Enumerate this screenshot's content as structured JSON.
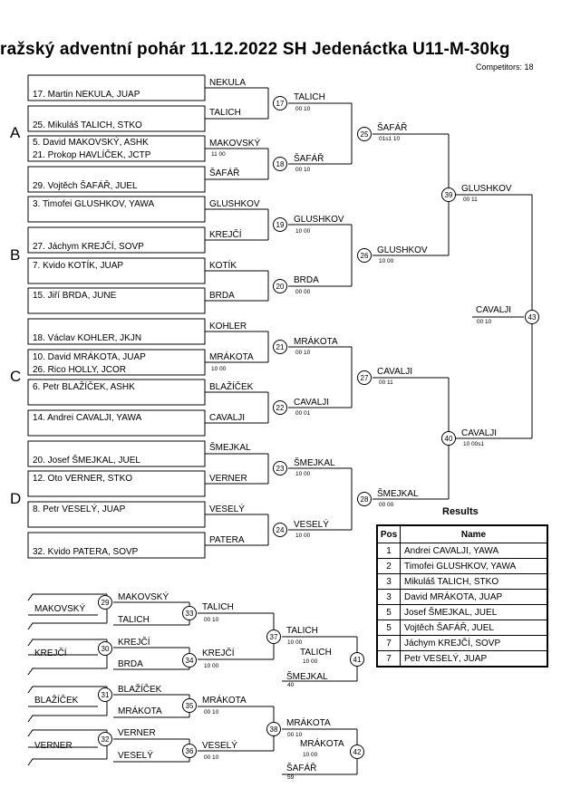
{
  "title": "ražský adventní pohár  11.12.2022  SH Jedenáctka   U11-M-30kg",
  "competitors": "Competitors: 18",
  "pools": [
    "A",
    "B",
    "C",
    "D"
  ],
  "entrants": [
    "17. Martin NEKULA, JUAP",
    "25. Mikuláš TALICH, STKO",
    "5. David MAKOVSKÝ, ASHK",
    "21. Prokop HAVLÍČEK, JCTP",
    "29. Vojtěch ŠAFÁŘ, JUEL",
    "3. Timofei GLUSHKOV, YAWA",
    "27. Jáchym KREJČÍ, SOVP",
    "7. Kvido KOTÍK, JUAP",
    "15. Jiří BRDA, JUNE",
    "18. Václav KOHLER, JKJN",
    "10. David MRÁKOTA, JUAP",
    "26. Rico HOLLY, JCOR",
    "6. Petr BLAŽÍČEK, ASHK",
    "14. Andrei CAVALJI, YAWA",
    "20. Josef ŠMEJKAL, JUEL",
    "12. Oto VERNER, STKO",
    "8. Petr VESELÝ, JUAP",
    "32. Kvido PATERA, SOVP"
  ],
  "winners": [
    "NEKULA",
    "TALICH",
    "MAKOVSKÝ",
    "ŠAFÁŘ",
    "GLUSHKOV",
    "KREJČÍ",
    "KOTÍK",
    "BRDA",
    "KOHLER",
    "MRÁKOTA",
    "BLAŽÍČEK",
    "CAVALJI",
    "ŠMEJKAL",
    "VERNER",
    "VESELÝ",
    "PATERA",
    "TALICH",
    "ŠAFÁŘ",
    "GLUSHKOV",
    "BRDA",
    "MRÁKOTA",
    "CAVALJI",
    "ŠMEJKAL",
    "VESELÝ",
    "ŠAFÁŘ",
    "GLUSHKOV",
    "CAVALJI",
    "ŠMEJKAL",
    "GLUSHKOV",
    "CAVALJI",
    "CAVALJI",
    "MAKOVSKÝ",
    "TALICH",
    "KREJČÍ",
    "BRDA",
    "BLAŽÍČEK",
    "MRÁKOTA",
    "VERNER",
    "VESELÝ",
    "TALICH",
    "KREJČÍ",
    "MRÁKOTA",
    "VESELÝ",
    "TALICH",
    "TALICH",
    "ŠMEJKAL",
    "MRÁKOTA",
    "MRÁKOTA",
    "ŠAFÁŘ"
  ],
  "scores": [
    "11 00",
    "00 10",
    "00 10",
    "10 00",
    "00 00",
    "10 00",
    "00 10",
    "00 01",
    "10 00",
    "10 00",
    "01s1 10",
    "10 00",
    "00 11",
    "00 00",
    "00 11",
    "10 00s1",
    "00 10",
    "00 10",
    "10 00",
    "00 10",
    "00 10",
    "10 00",
    "00 10",
    "10 00",
    "00 10",
    "10 00",
    "10 00",
    "40",
    "59"
  ],
  "match_numbers": [
    "17",
    "18",
    "19",
    "20",
    "21",
    "22",
    "23",
    "24",
    "25",
    "26",
    "27",
    "28",
    "39",
    "40",
    "43",
    "29",
    "30",
    "31",
    "32",
    "33",
    "34",
    "35",
    "36",
    "37",
    "38",
    "41",
    "42"
  ],
  "results": {
    "title": "Results",
    "headers": {
      "pos": "Pos",
      "name": "Name"
    },
    "rows": [
      {
        "pos": "1",
        "name": "Andrei CAVALJI, YAWA"
      },
      {
        "pos": "2",
        "name": "Timofei GLUSHKOV, YAWA"
      },
      {
        "pos": "3",
        "name": "Mikuláš TALICH, STKO"
      },
      {
        "pos": "3",
        "name": "David MRÁKOTA, JUAP"
      },
      {
        "pos": "5",
        "name": "Josef ŠMEJKAL, JUEL"
      },
      {
        "pos": "5",
        "name": "Vojtěch ŠAFÁŘ, JUEL"
      },
      {
        "pos": "7",
        "name": "Jáchym KREJČÍ, SOVP"
      },
      {
        "pos": "7",
        "name": "Petr VESELÝ, JUAP"
      }
    ]
  }
}
